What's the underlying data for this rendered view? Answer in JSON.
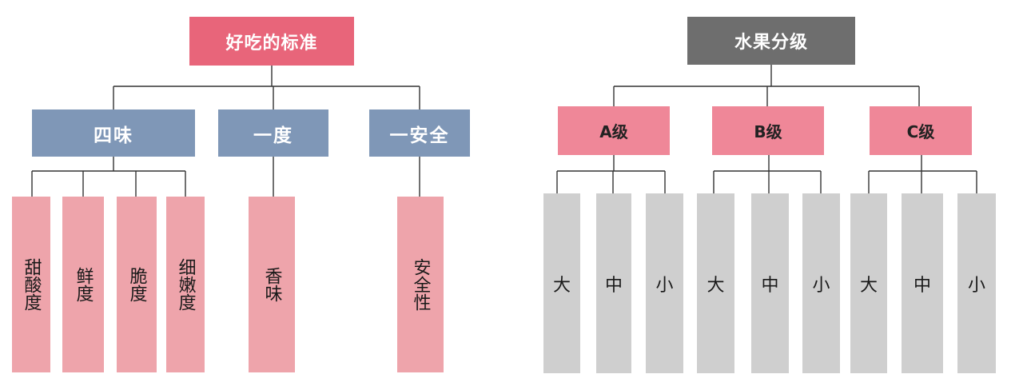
{
  "left_tree": {
    "root": "好吃的标准",
    "groups": [
      {
        "label": "四味",
        "leaves": [
          "甜酸度",
          "鲜度",
          "脆度",
          "细嫩度"
        ]
      },
      {
        "label": "一度",
        "leaves": [
          "香味"
        ]
      },
      {
        "label": "一安全",
        "leaves": [
          "安全性"
        ]
      }
    ]
  },
  "right_tree": {
    "root": "水果分级",
    "grades": [
      {
        "label": "A级",
        "sizes": [
          "大",
          "中",
          "小"
        ]
      },
      {
        "label": "B级",
        "sizes": [
          "大",
          "中",
          "小"
        ]
      },
      {
        "label": "C级",
        "sizes": [
          "大",
          "中",
          "小"
        ]
      }
    ]
  },
  "colors": {
    "root_red": "#e8657a",
    "root_gray": "#6e6e6e",
    "group_blue": "#7f97b7",
    "leaf_pink": "#eea4ab",
    "grade_pink": "#ef8798",
    "leaf_gray": "#cfcfcf",
    "connector": "#333333"
  }
}
